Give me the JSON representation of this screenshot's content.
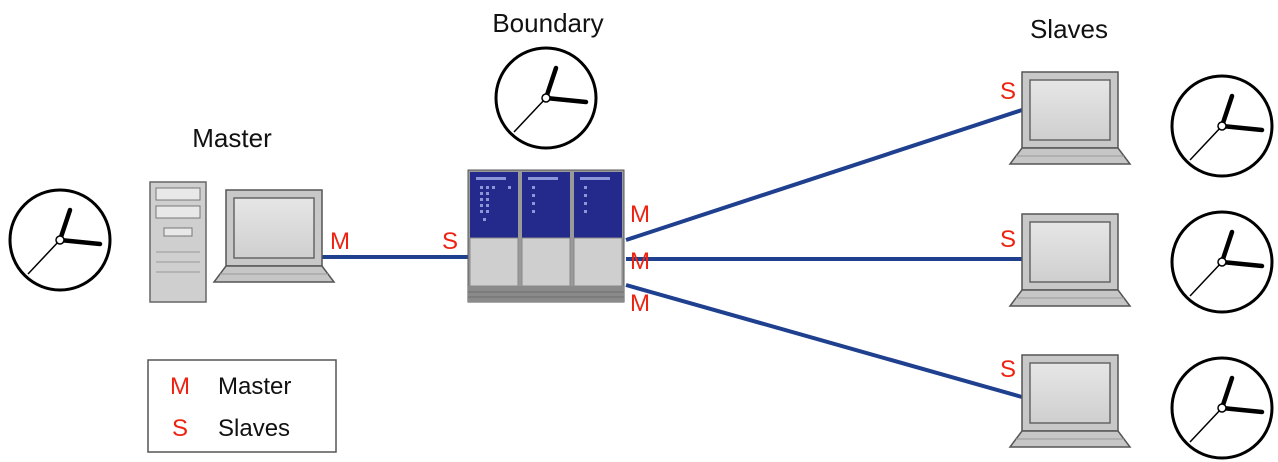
{
  "colors": {
    "link": "#1f3f8f",
    "role": "#ee2211",
    "switch_top": "#232a8c",
    "switch_bottom": "#cfcfcf"
  },
  "labels": {
    "master": "Master",
    "boundary": "Boundary",
    "slaves": "Slaves"
  },
  "roles": {
    "master_port": "M",
    "boundary_upstream": "S",
    "boundary_down": [
      "M",
      "M",
      "M"
    ],
    "slave_ports": [
      "S",
      "S",
      "S"
    ]
  },
  "legend": [
    {
      "letter": "M",
      "text": "Master"
    },
    {
      "letter": "S",
      "text": "Slaves"
    }
  ],
  "icons": [
    "clock-icon",
    "server-tower-icon",
    "laptop-icon",
    "boundary-switch-icon"
  ]
}
